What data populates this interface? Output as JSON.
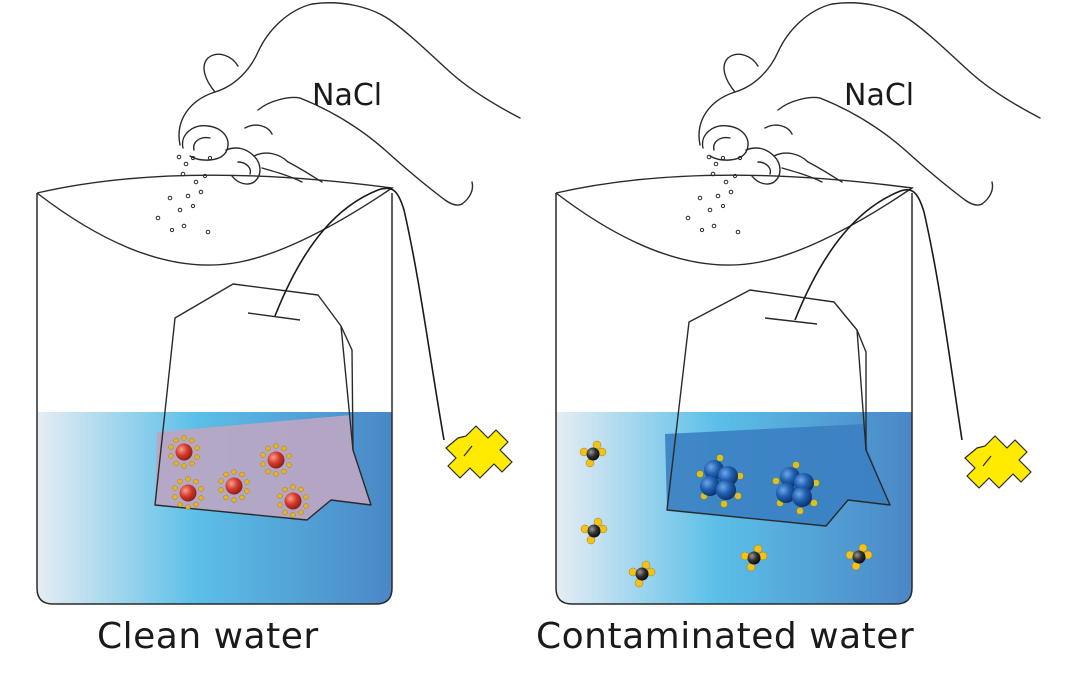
{
  "panels": [
    {
      "salt_label": "NaCl",
      "caption": "Clean water"
    },
    {
      "salt_label": "NaCl",
      "caption": "Contaminated water"
    }
  ],
  "colors": {
    "water_light": "#e4ecf4",
    "water_mid": "#5bbde6",
    "water_dark": "#4d8dc8",
    "tag": "#ffea00",
    "particle_red": "#d63a2c",
    "ion_gold": "#e0b020",
    "cluster_blue": "#1f5fb0",
    "contaminant_dark": "#2a2a2a",
    "bag_fill_clean": "#b9a6c2",
    "bag_fill_contaminated": "#3f82c4"
  },
  "icons": [
    "hand-icon",
    "salt-grains-icon",
    "beaker-icon",
    "tea-bag-icon",
    "tag-icon",
    "particle-icon",
    "ion-icon"
  ]
}
